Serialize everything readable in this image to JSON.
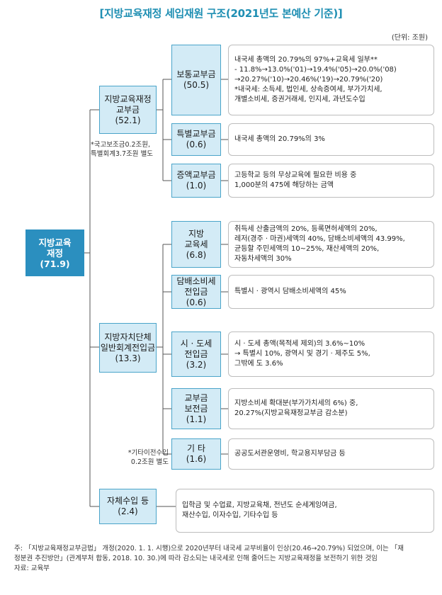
{
  "title": "[지방교육재정 세입재원 구조(2021년도 본예산 기준)]",
  "unit": "(단위: 조원)",
  "root": {
    "label": "지방교육\n재정\n(71.9)"
  },
  "level1": {
    "grant": {
      "label": "지방교육재정\n교부금\n(52.1)",
      "note": "*국고보조금0.2조원,\n특별회계3.7조원 별도"
    },
    "transfer": {
      "label": "지방자치단체\n일반회계전입금\n(13.3)",
      "note": "*기타이전수입\n0.2조원 별도"
    },
    "self": {
      "label": "자체수입 등\n(2.4)",
      "desc": "입학금 및 수업료, 지방교육채, 전년도 순세계잉여금,\n재산수입, 이자수입, 기타수입 등"
    }
  },
  "grant_items": [
    {
      "label": "보통교부금\n(50.5)",
      "desc": "내국세 총액의 20.79%의 97%+교육세 일부**\n- 11.8%→13.0%('01)→19.4%('05)→20.0%('08)\n  →20.27%('10)→20.46%('19)→20.79%('20)\n*내국세: 소득세, 법인세, 상속증여세, 부가가치세,\n개별소비세, 증권거래세, 인지세, 과년도수입"
    },
    {
      "label": "특별교부금\n(0.6)",
      "desc": "내국세 총액의 20.79%의 3%"
    },
    {
      "label": "증액교부금\n(1.0)",
      "desc": "고등학교 등의 무상교육에 필요한 비용 중\n1,000분의 475에 해당하는 금액"
    }
  ],
  "transfer_items": [
    {
      "label": "지방\n교육세\n(6.8)",
      "desc": "취득세 산출금액의 20%, 등록면허세액의 20%,\n레저(경주 · 마권)세액의 40%, 담배소비세액의 43.99%,\n균등할 주민세액의 10~25%, 재산세액의 20%,\n자동차세액의 30%"
    },
    {
      "label": "담배소비세\n전입금\n(0.6)",
      "desc": "특별시 · 광역시 담배소비세액의 45%"
    },
    {
      "label": "시 · 도세\n전입금\n(3.2)",
      "desc": "시 · 도세 총액(목적세 제외)의 3.6%~10%\n→ 특별시 10%, 광역시 및 경기 · 제주도 5%,\n   그밖에 도 3.6%"
    },
    {
      "label": "교부금\n보전금\n(1.1)",
      "desc": "지방소비세 확대분(부가가치세의 6%) 중,\n20.27%(지방교육재정교부금 감소분)"
    },
    {
      "label": "기 타\n(1.6)",
      "desc": "공공도서관운영비, 학교용지부담금 등"
    }
  ],
  "footer": {
    "note_line1": "주: 「지방교육재정교부금법」 개정(2020. 1. 1. 시행)으로 2020년부터 내국세 교부비율이 인상(20.46→20.79%) 되었으며, 이는 「재",
    "note_line2": "    정분권 추진방안」(관계부처 합동, 2018. 10. 30.)에 따라 감소되는 내국세로 인해 줄어드는 지방교육재정을 보전하기 위한 것임",
    "source": "자료: 교육부"
  },
  "colors": {
    "root": "#2b8fbf",
    "box": "#d3ebf6",
    "box_border": "#4aa4c9",
    "title": "#1f8fb3",
    "line": "#555555"
  }
}
